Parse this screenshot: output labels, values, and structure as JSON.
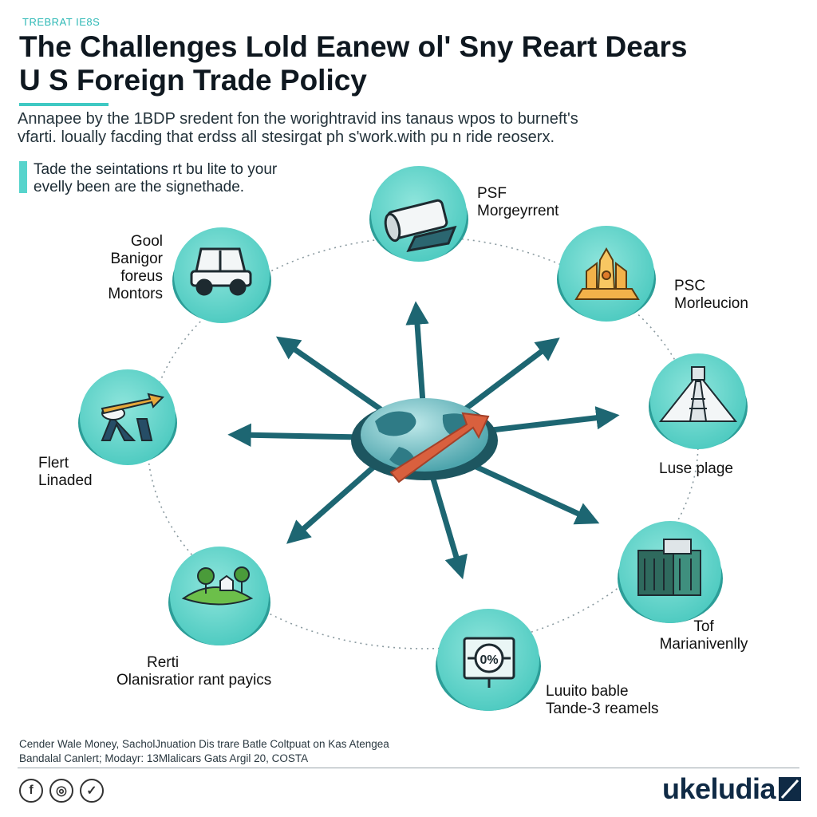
{
  "header": {
    "tag": "TREBRAT  IE8S",
    "title_line1": "The Challenges Lold Eanew ol' Sny Reart Dears",
    "title_line2": "U S Foreign Trade Policy",
    "subtitle_line1": "Annapee by the 1BDP sredent fon the worightravid ins tanaus wpos to burneft's",
    "subtitle_line2": "vfarti. loually facding that erdss all stesirgat ph s'work.with pu n ride reoserx.",
    "callout_line1": "Tade the seintations rt bu lite to your",
    "callout_line2": "evelly been are the signethade."
  },
  "nodes": [
    {
      "id": "top",
      "icon": "pipe-roll-icon",
      "label": [
        "PSF",
        "Morgeyrrent"
      ]
    },
    {
      "id": "upper-right",
      "icon": "temple-icon",
      "label": [
        "PSC",
        "Morleucion"
      ]
    },
    {
      "id": "right",
      "icon": "pyramid-icon",
      "label": [
        "Luse plage"
      ]
    },
    {
      "id": "lower-right",
      "icon": "building-icon",
      "label": [
        "Tof",
        "Marianivenlly"
      ]
    },
    {
      "id": "bottom",
      "icon": "percent-chart-icon",
      "label": [
        "Luuito bable",
        "Tande-3 reamels"
      ]
    },
    {
      "id": "lower-left",
      "icon": "landscape-icon",
      "label": [
        "Rerti",
        "Olanisratior rant payics"
      ]
    },
    {
      "id": "left",
      "icon": "growth-arrow-icon",
      "label": [
        "Flert",
        "Linaded"
      ]
    },
    {
      "id": "upper-left",
      "icon": "car-icon",
      "label": [
        "Gool",
        "Banigor",
        "foreus",
        "Montors"
      ]
    }
  ],
  "hub": {
    "icon": "globe-with-arrow-icon"
  },
  "footer": {
    "credits_line1": "Cender Wale Money, SacholJnuation Dis trare Batle Coltpuat on Kas Atengea",
    "credits_line2": "Bandalal Canlert; Modayr: 13Mlalicars Gats Argil 20, COSTA",
    "social_icons": [
      "facebook-icon",
      "instagram-icon",
      "chart-icon"
    ],
    "social_glyphs": [
      "f",
      "◎",
      "✓"
    ],
    "brand": "ukeludia"
  },
  "colors": {
    "accent": "#3fc9c3",
    "node_fill": "#63d6cd",
    "arrow": "#1d6672",
    "hub_arrow": "#d9603e",
    "globe": "#2f7b86"
  }
}
